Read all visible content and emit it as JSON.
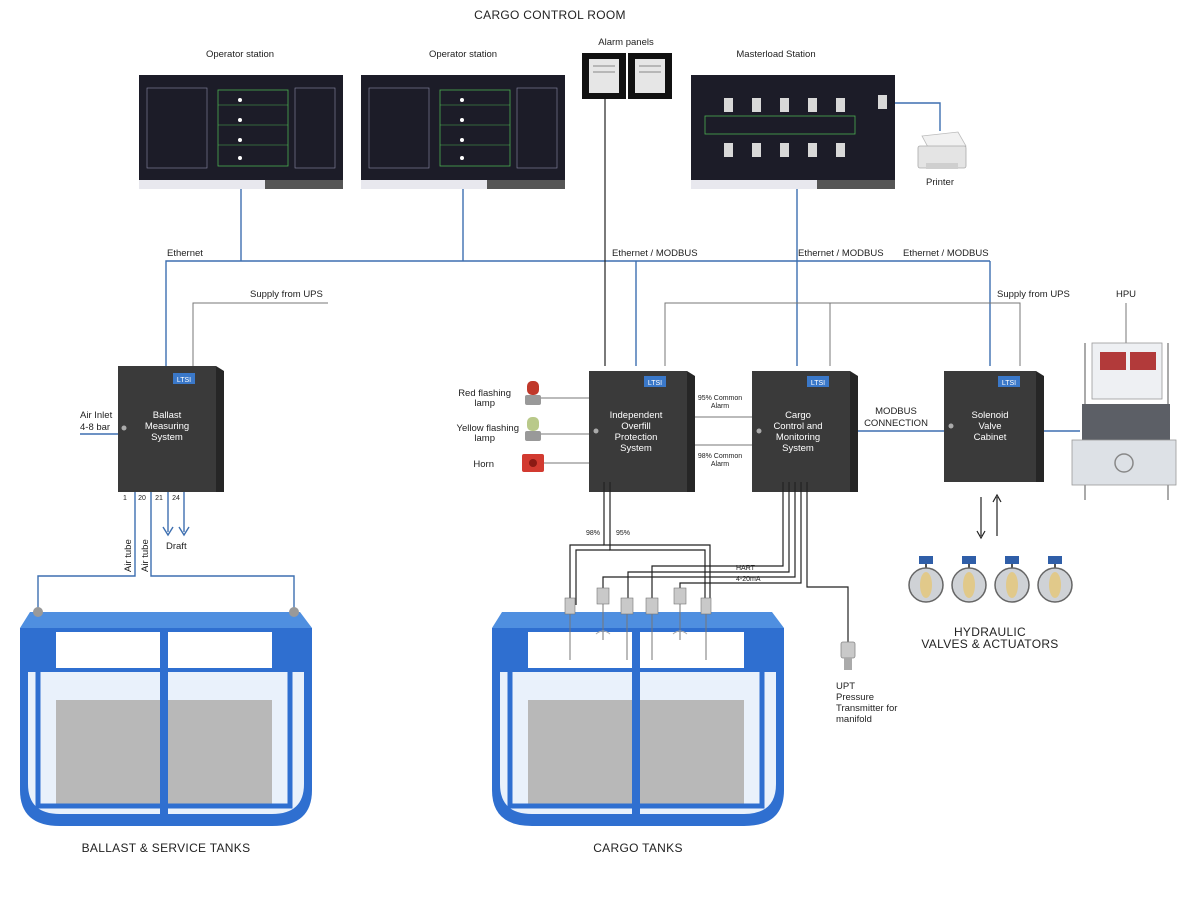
{
  "title": "CARGO CONTROL ROOM",
  "stations": {
    "operator_1": "Operator station",
    "operator_2": "Operator station",
    "alarm_panels": "Alarm panels",
    "masterload": "Masterload Station",
    "printer": "Printer"
  },
  "network": {
    "ethernet": "Ethernet",
    "ethernet_modbus_1": "Ethernet / MODBUS",
    "ethernet_modbus_2": "Ethernet / MODBUS",
    "ethernet_modbus_3": "Ethernet / MODBUS",
    "supply_ups_left": "Supply from UPS",
    "supply_ups_right": "Supply from UPS"
  },
  "cabinets": {
    "ballast": {
      "badge": "LTSI",
      "lines": [
        "Ballast",
        "Measuring",
        "System"
      ]
    },
    "overfill": {
      "badge": "LTSI",
      "lines": [
        "Independent",
        "Overfill",
        "Protection",
        "System"
      ]
    },
    "cargo": {
      "badge": "LTSI",
      "lines": [
        "Cargo",
        "Control and",
        "Monitoring",
        "System"
      ]
    },
    "solenoid": {
      "badge": "LTSI",
      "lines": [
        "Solenoid",
        "Valve",
        "Cabinet"
      ]
    }
  },
  "ballast_io": {
    "air_inlet": [
      "Air Inlet",
      "4-8 bar"
    ],
    "ports": [
      "1",
      "20",
      "21",
      "24"
    ],
    "air_tube": "Air tube",
    "draft": "Draft"
  },
  "alarms": {
    "red_lamp": [
      "Red flashing",
      "lamp"
    ],
    "yellow_lamp": [
      "Yellow flashing",
      "lamp"
    ],
    "horn": "Horn",
    "common_95": [
      "95% Common",
      "Alarm"
    ],
    "common_98": [
      "98% Common",
      "Alarm"
    ],
    "pct_98": "98%",
    "pct_95": "95%"
  },
  "signals": {
    "modbus_connection": [
      "MODBUS",
      "CONNECTION"
    ],
    "hart": "HART",
    "analog": "4-20mA"
  },
  "hpu": "HPU",
  "valves_label": [
    "HYDRAULIC",
    "VALVES & ACTUATORS"
  ],
  "upt_label": [
    "UPT",
    "Pressure",
    "Transmitter for",
    "manifold"
  ],
  "tanks": {
    "ballast": "BALLAST & SERVICE TANKS",
    "cargo": "CARGO TANKS"
  },
  "colors": {
    "line_blue": "#3d6fb0",
    "tank_blue": "#2f6fd0",
    "cabinet": "#3a3a3a",
    "badge": "#3a78c9"
  }
}
